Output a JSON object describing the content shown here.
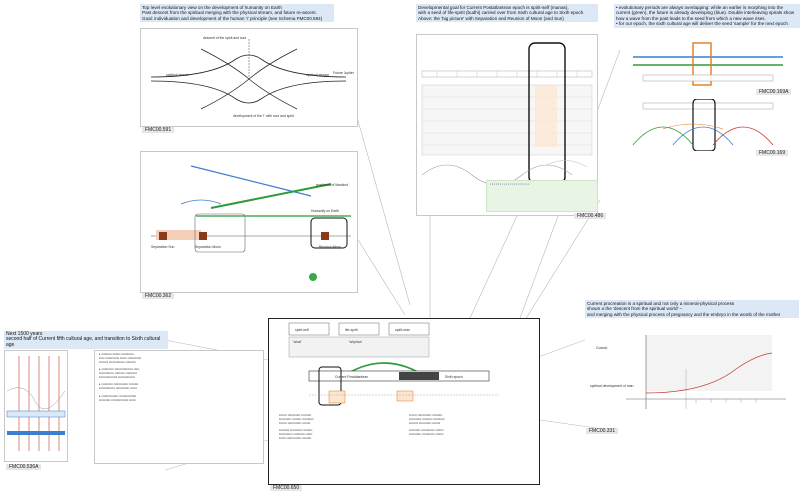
{
  "notes": {
    "fmc591": "Top level evolutionary view on the development of humanity on Earth\nPast descent from the spiritual merging with the physical stream, and future re-ascent.\nGoal: individuation and development of the human 'I' principle (see Schema FMC00.584)",
    "fmc486": "Developmental goal for Current Postatlantean epoch is spirit-self (manas),\nwith a seed of life-spirit (budhi) carried over from Sixth cultural age to Sixth epoch.\nAbove: the 'big picture' with Separation and Reunion of Moon (and Sun)",
    "fmc169": "• evolutionary periods are always overlapping: while an earlier is morphing into the current (green), the future is already developing (blue). Double interleaving spirals show how a wave from the past leads to the seed from which a new wave rises.\n• for our epoch, the sixth cultural age will deliver the seed 'sample' for the next epoch",
    "fmc536": "Next 1500 years\nsecond half of Current fifth cultural age, and transition to Sixth cultural age",
    "fmc331": "Current procreation is a spiritual and not only a mineral-physical process\nshown a the 'descent from the spiritual world' –\nand merging with the physical process of pregnancy and the embryo in the womb of the mother"
  },
  "tags": {
    "fmc591": "FMC00.591",
    "fmc362": "FMC00.362",
    "fmc486": "FMC00.486",
    "fmc169a": "FMC00.169A",
    "fmc169": "FMC00.169",
    "fmc536": "FMC00.536A",
    "fmc650": "FMC00.650",
    "fmc331": "FMC00.331"
  },
  "fmc591_labels": {
    "top": "descent of the spirit and soul",
    "left": "spiritual stream",
    "right": "spiritual stream",
    "future": "Future Jupiter",
    "lower": "development of the 'I' with soul and spirit"
  },
  "fmc362_labels": {
    "goal": "goal/aims of Mankind",
    "humanity": "Humanity on Earth",
    "separation": "Separation Moon",
    "reunion": "Reunion Moon",
    "sun": "Separation Sun"
  },
  "fmc650_labels": {
    "heading": "Current Postatlantean",
    "sixth": "Sixth epoch",
    "box1": "spirit-self",
    "box2": "life-spirit",
    "box3": "spirit-man",
    "row2": "'what'",
    "row2b": "'why/ww'"
  },
  "fmc331_labels": {
    "top": "Cosmic",
    "mid": "spiritual development of man"
  },
  "colors": {
    "note_bg": "#dce8f6",
    "tag_bg": "#e6e6e6",
    "link": "#b4b4b4",
    "green": "#2e9b3a",
    "blue": "#3a7fd0",
    "brown": "#8b3a1a",
    "orange": "#e07b20"
  }
}
